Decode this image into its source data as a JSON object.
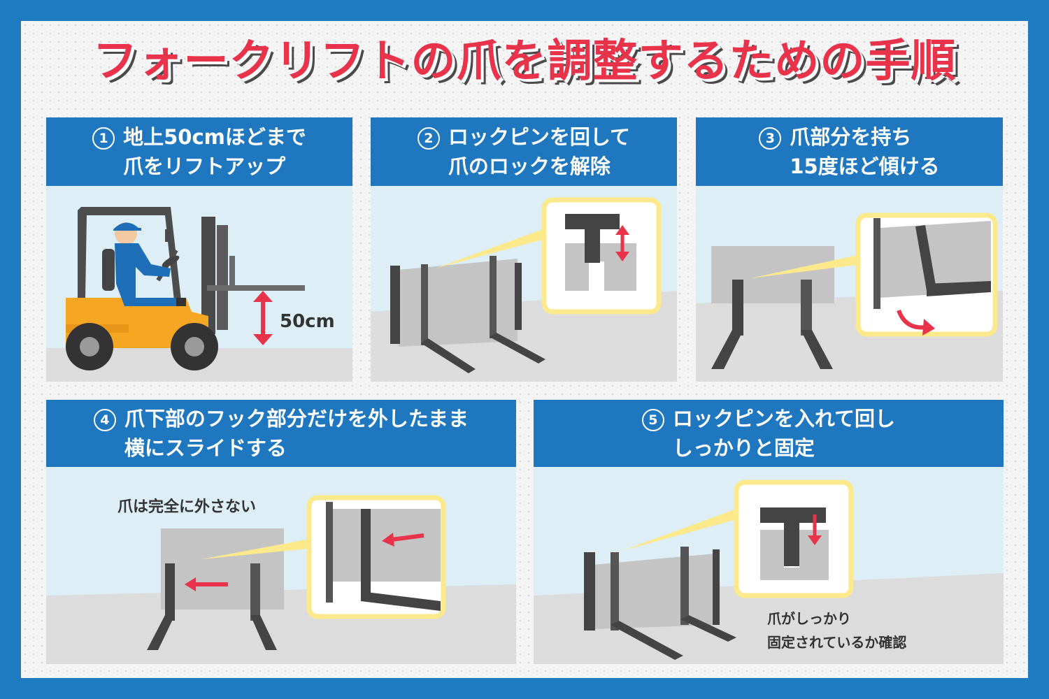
{
  "title": "フォークリフトの爪を調整するための手順",
  "colors": {
    "frame": "#1c7bc1",
    "panel_header": "#1f78bf",
    "title": "#e8334a",
    "arrow": "#e8334a",
    "callout_border": "#fbe98b",
    "sky": "#ddeef6",
    "floor": "#dcdcdc"
  },
  "steps": [
    {
      "number": "1",
      "lines": [
        "地上50cmほどまで",
        "爪をリフトアップ"
      ],
      "notes": {
        "height_label": "50cm"
      },
      "icons": [
        "forklift-icon",
        "driver-icon",
        "height-arrow-icon"
      ]
    },
    {
      "number": "2",
      "lines": [
        "ロックピンを回して",
        "爪のロックを解除"
      ],
      "icons": [
        "fork-carriage-icon",
        "lock-pin-icon",
        "up-down-arrow-icon"
      ]
    },
    {
      "number": "3",
      "lines": [
        "爪部分を持ち",
        "15度ほど傾ける"
      ],
      "icons": [
        "fork-carriage-icon",
        "tilt-arrow-icon"
      ]
    },
    {
      "number": "4",
      "lines": [
        "爪下部のフック部分だけを外したまま",
        "横にスライドする"
      ],
      "notes": {
        "caution": "爪は完全に外さない"
      },
      "icons": [
        "fork-carriage-icon",
        "slide-arrow-icon"
      ]
    },
    {
      "number": "5",
      "lines": [
        "ロックピンを入れて回し",
        "しっかりと固定"
      ],
      "notes": {
        "check_line1": "爪がしっかり",
        "check_line2": "固定されているか確認"
      },
      "icons": [
        "fork-carriage-icon",
        "lock-pin-icon",
        "down-arrow-icon"
      ]
    }
  ]
}
